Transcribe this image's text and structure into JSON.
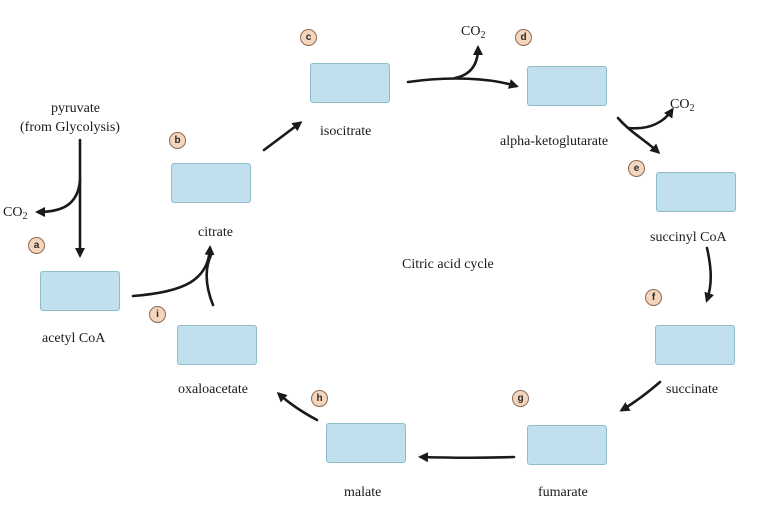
{
  "title": "Citric acid cycle",
  "molecules": {
    "pyruvate": "pyruvate",
    "pyruvate_note": "(from Glycolysis)",
    "acetyl_coa": "acetyl CoA",
    "citrate": "citrate",
    "isocitrate": "isocitrate",
    "alpha_ketoglutarate": "alpha-ketoglutarate",
    "succinyl_coa": "succinyl CoA",
    "succinate": "succinate",
    "fumarate": "fumarate",
    "malate": "malate",
    "oxaloacetate": "oxaloacetate"
  },
  "co2": {
    "base": "CO",
    "sub": "2"
  },
  "steps": [
    "a",
    "b",
    "c",
    "d",
    "e",
    "f",
    "g",
    "h",
    "i"
  ],
  "colors": {
    "box_fill": "#bfe0ec",
    "badge_fill": "#f3d6bd",
    "arrow": "#1a1a1a"
  }
}
